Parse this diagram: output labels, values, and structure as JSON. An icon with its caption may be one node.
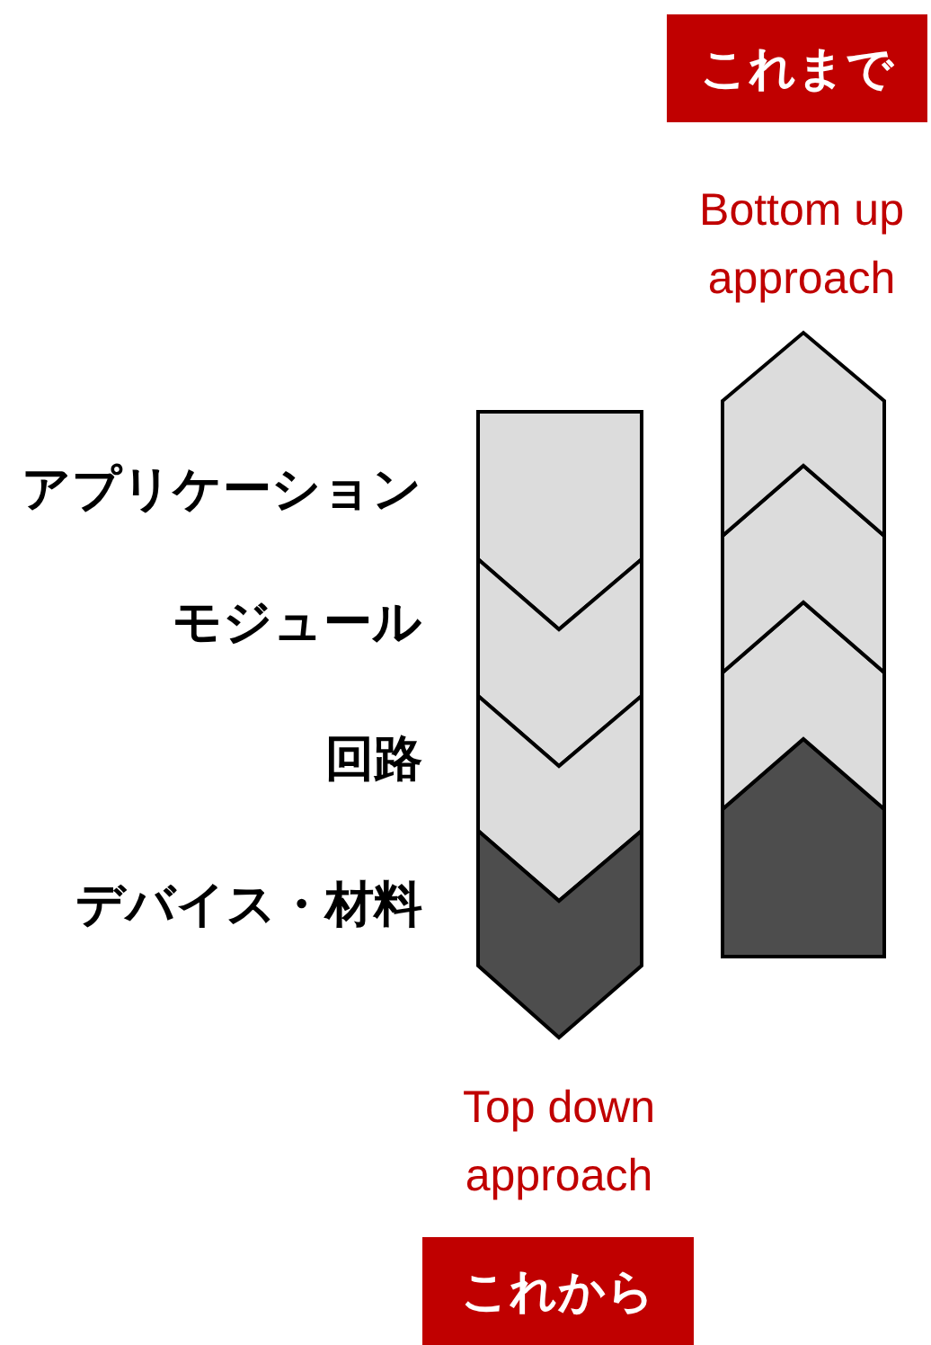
{
  "diagram": {
    "nodes": [
      {
        "text": [
          "これまで"
        ]
      },
      {
        "text": [
          "これから"
        ]
      }
    ],
    "labels": [
      "Bottom up approach",
      "アプリケーション",
      "モジュール",
      "回路",
      "デバイス・材料",
      "Top down approach"
    ]
  }
}
